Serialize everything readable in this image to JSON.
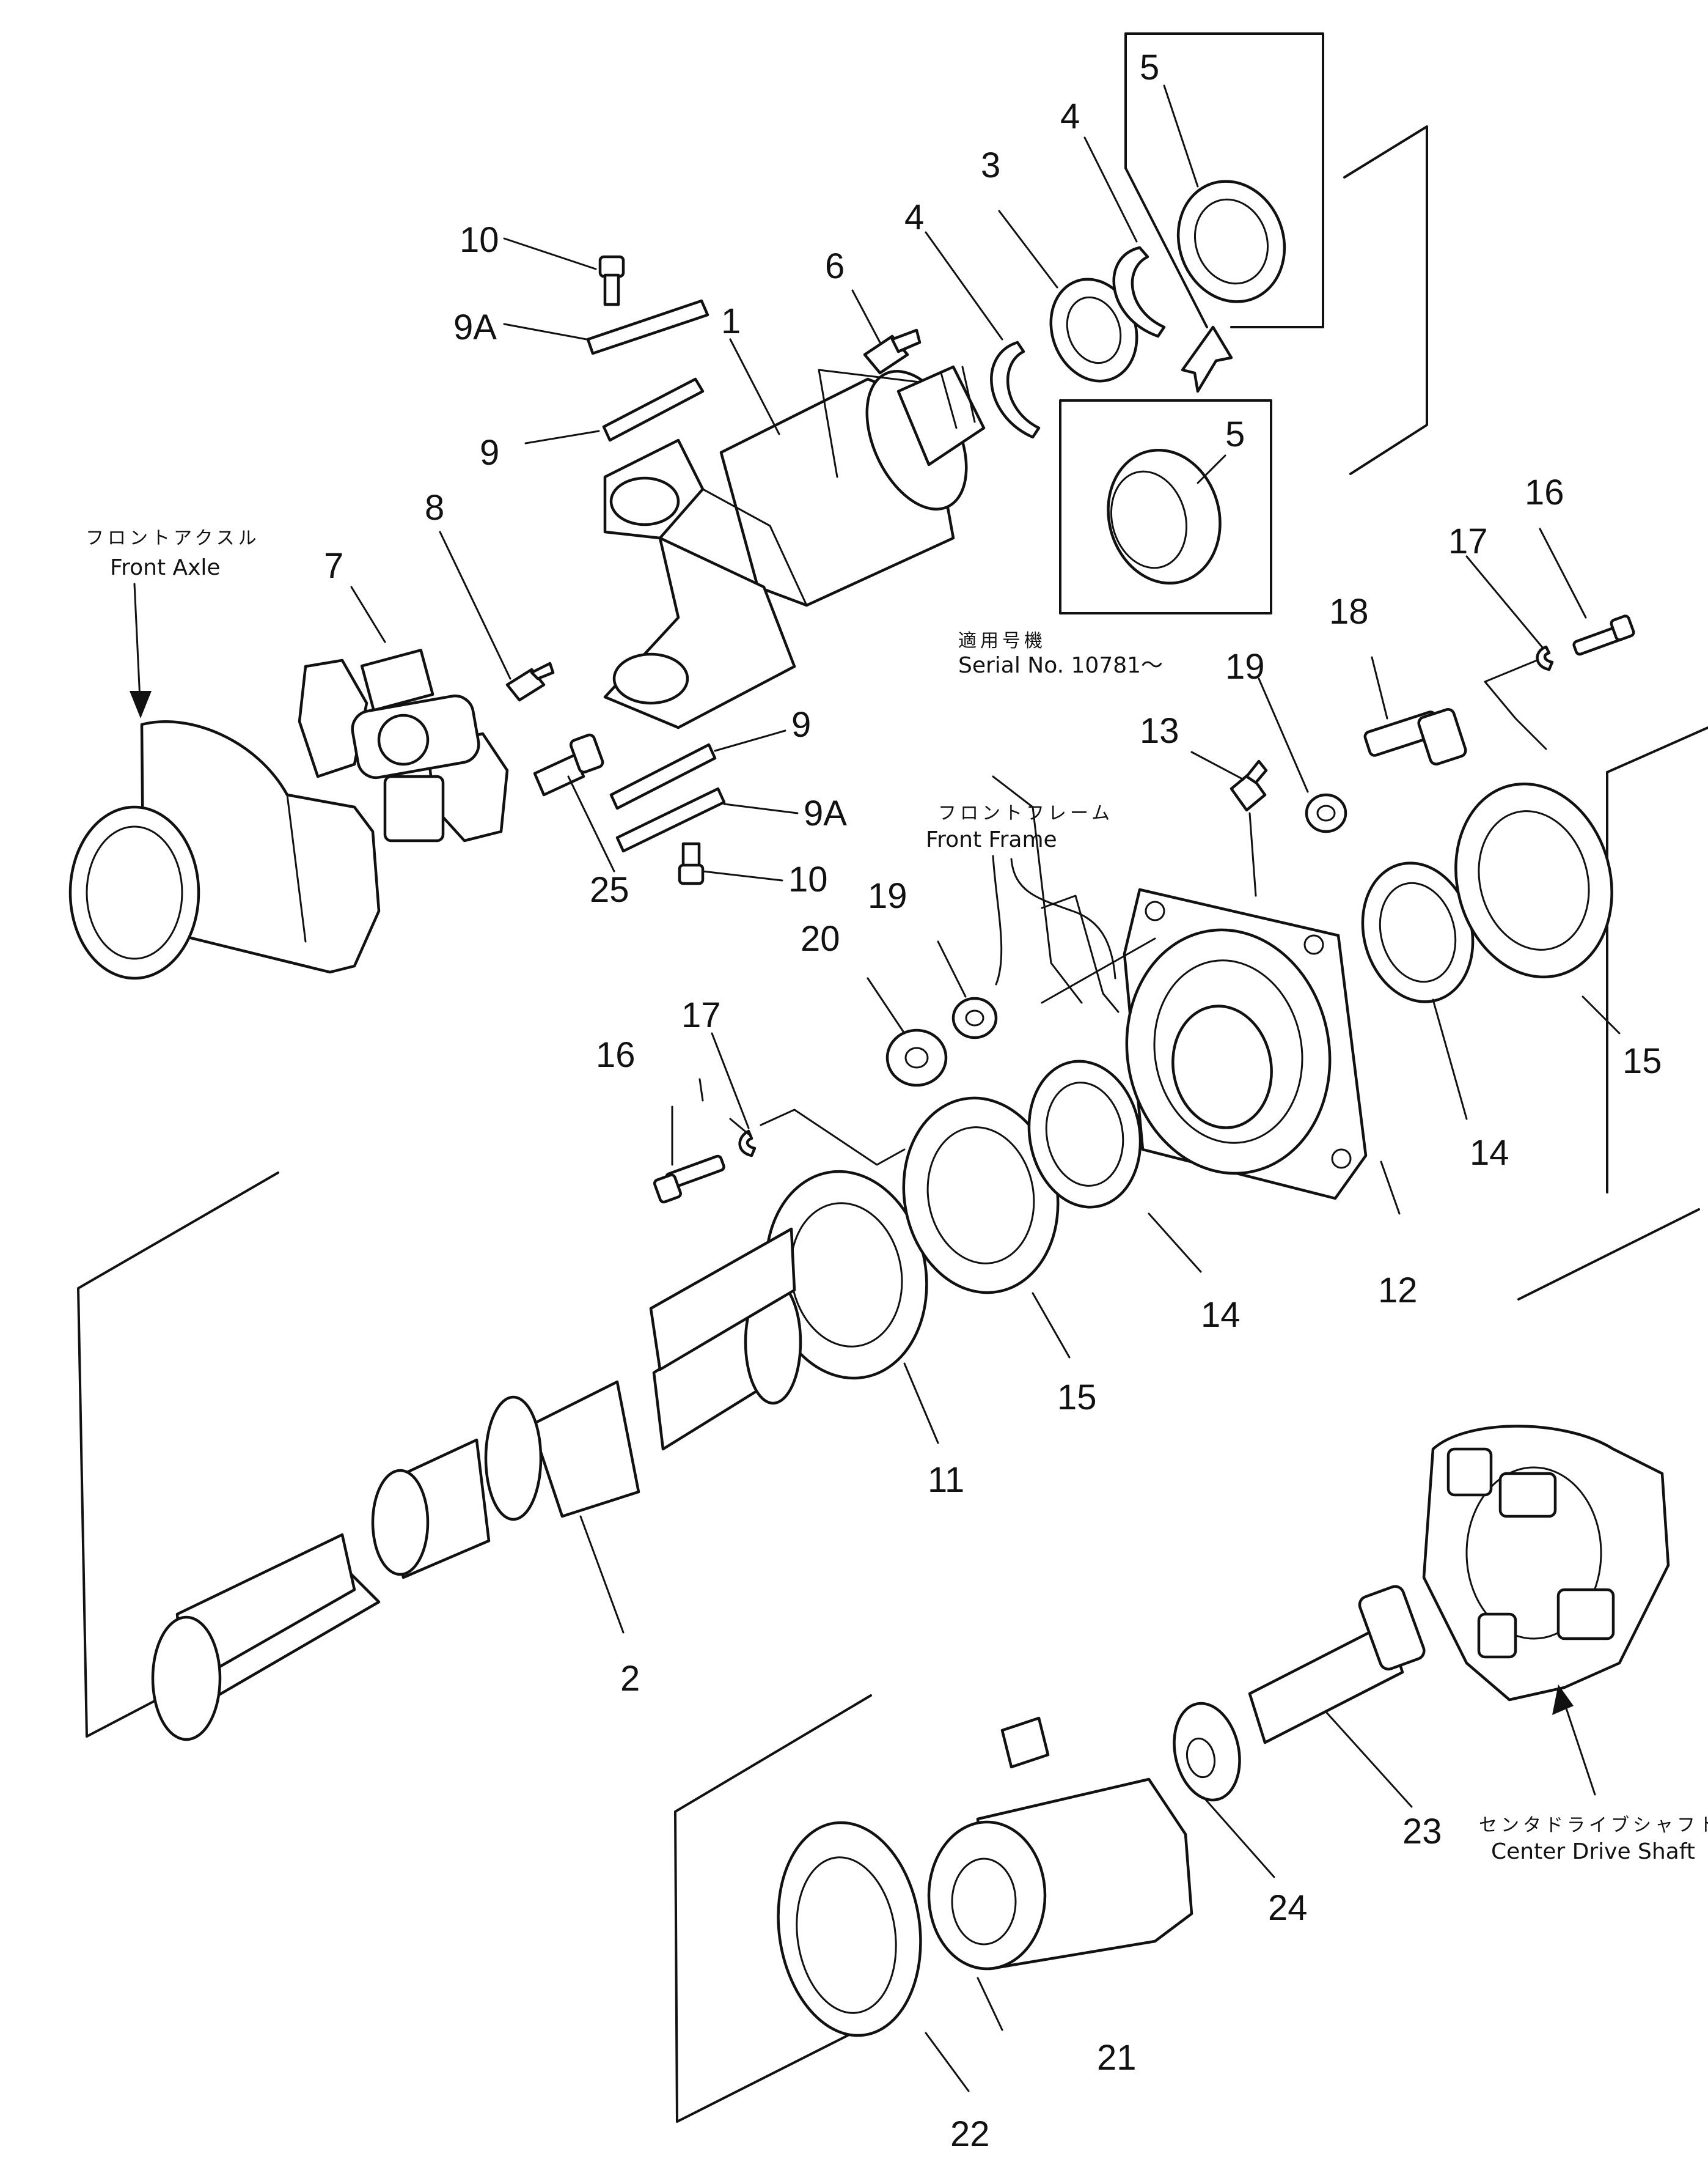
{
  "callouts": {
    "c1": "1",
    "c2": "2",
    "c3": "3",
    "c4a": "4",
    "c4b": "4",
    "c5a": "5",
    "c5b": "5",
    "c6": "6",
    "c7": "7",
    "c8": "8",
    "c9a": "9",
    "c9b": "9",
    "c9Aa": "9A",
    "c9Ab": "9A",
    "c10a": "10",
    "c10b": "10",
    "c11": "11",
    "c12": "12",
    "c13": "13",
    "c14a": "14",
    "c14b": "14",
    "c15a": "15",
    "c15b": "15",
    "c16a": "16",
    "c16b": "16",
    "c17a": "17",
    "c17b": "17",
    "c18": "18",
    "c19a": "19",
    "c19b": "19",
    "c20": "20",
    "c21": "21",
    "c22": "22",
    "c23": "23",
    "c24": "24",
    "c25": "25"
  },
  "captions": {
    "front_axle_jp": "フロントアクスル",
    "front_axle_en": "Front Axle",
    "front_frame_jp": "フロントフレーム",
    "front_frame_en": "Front  Frame",
    "serial_jp": "適用号機",
    "serial_en": "Serial No. 10781～",
    "center_shaft_jp": "センタドライブシャフト",
    "center_shaft_en": "Center Drive Shaft"
  }
}
